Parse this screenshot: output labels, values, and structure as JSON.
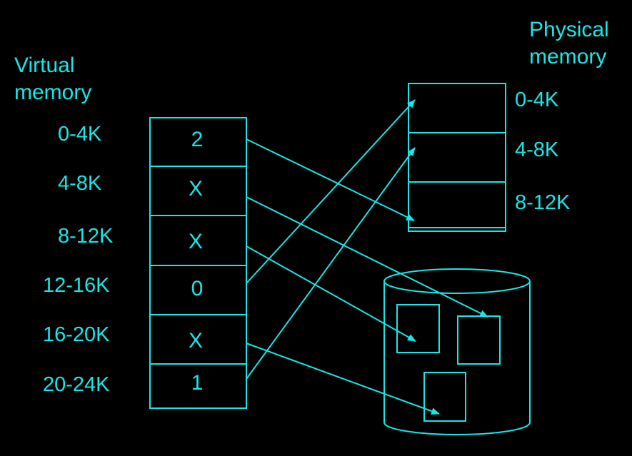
{
  "virtual": {
    "title_line1": "Virtual",
    "title_line2": "memory",
    "ranges": [
      "0-4K",
      "4-8K",
      "8-12K",
      "12-16K",
      "16-20K",
      "20-24K"
    ],
    "entries": [
      "2",
      "X",
      "X",
      "0",
      "X",
      "1"
    ]
  },
  "physical": {
    "title_line1": "Physical",
    "title_line2": "memory",
    "ranges": [
      "0-4K",
      "4-8K",
      "8-12K"
    ]
  },
  "colors": {
    "line": "#19e6e6",
    "background": "#000000"
  }
}
